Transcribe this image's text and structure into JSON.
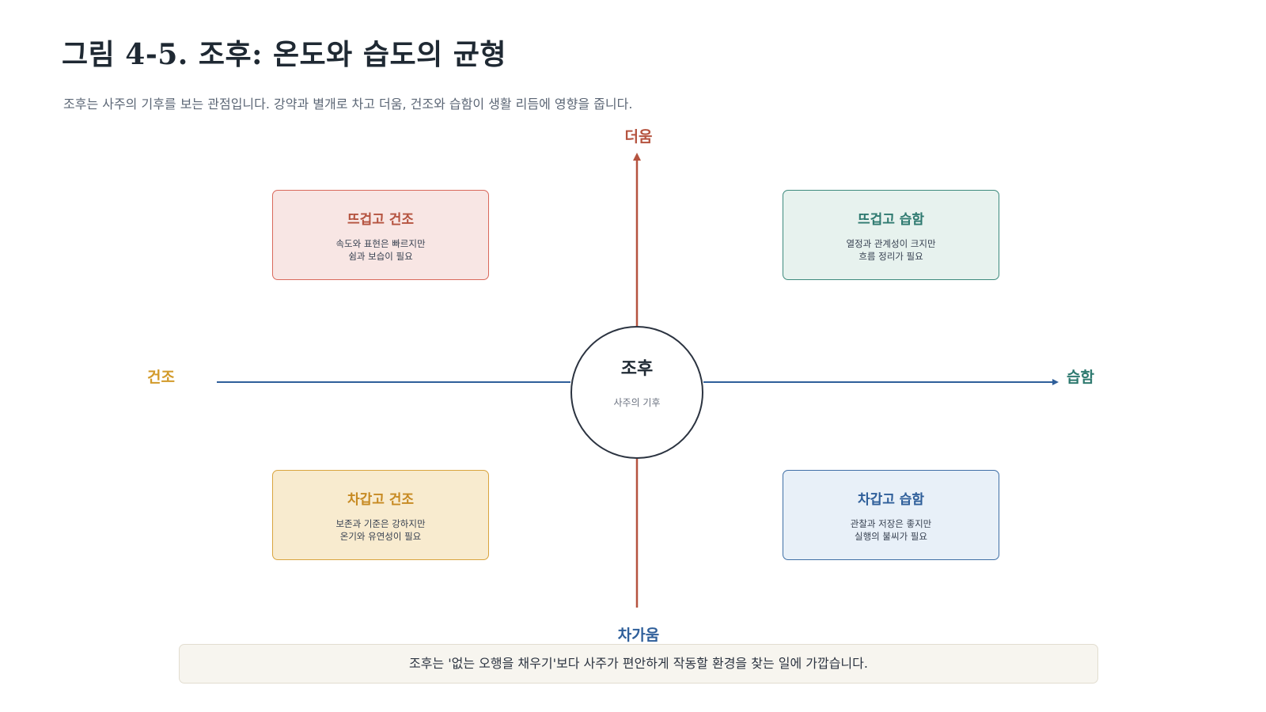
{
  "figure": {
    "title": "그림 4-5. 조후: 온도와 습도의 균형",
    "subtitle": "조후는 사주의 기후를 보는 관점입니다. 강약과 별개로 차고 더움, 건조와 습함이 생활 리듬에 영향을 줍니다."
  },
  "axes": {
    "top": "더움",
    "bottom": "차가움",
    "left": "건조",
    "right": "습함"
  },
  "center": {
    "title": "조후",
    "subtitle": "사주의 기후"
  },
  "quadrants": {
    "hot_dry": {
      "title": "뜨겁고 건조",
      "desc": "속도와 표현은 빠르지만\n쉼과 보습이 필요"
    },
    "hot_wet": {
      "title": "뜨겁고 습함",
      "desc": "열정과 관계성이 크지만\n흐름 정리가 필요"
    },
    "cold_dry": {
      "title": "차갑고 건조",
      "desc": "보존과 기준은 강하지만\n온기와 유연성이 필요"
    },
    "cold_wet": {
      "title": "차갑고 습함",
      "desc": "관찰과 저장은 좋지만\n실행의 불씨가 필요"
    }
  },
  "note": "조후는 '없는 오행을 채우기'보다 사주가 편안하게 작동할 환경을 찾는 일에 가깝습니다.",
  "colors": {
    "warm_axis": "#b5533f",
    "cool_axis": "#2f5f9a",
    "dry_label": "#d29a2a",
    "wet_label": "#2f7a70"
  }
}
